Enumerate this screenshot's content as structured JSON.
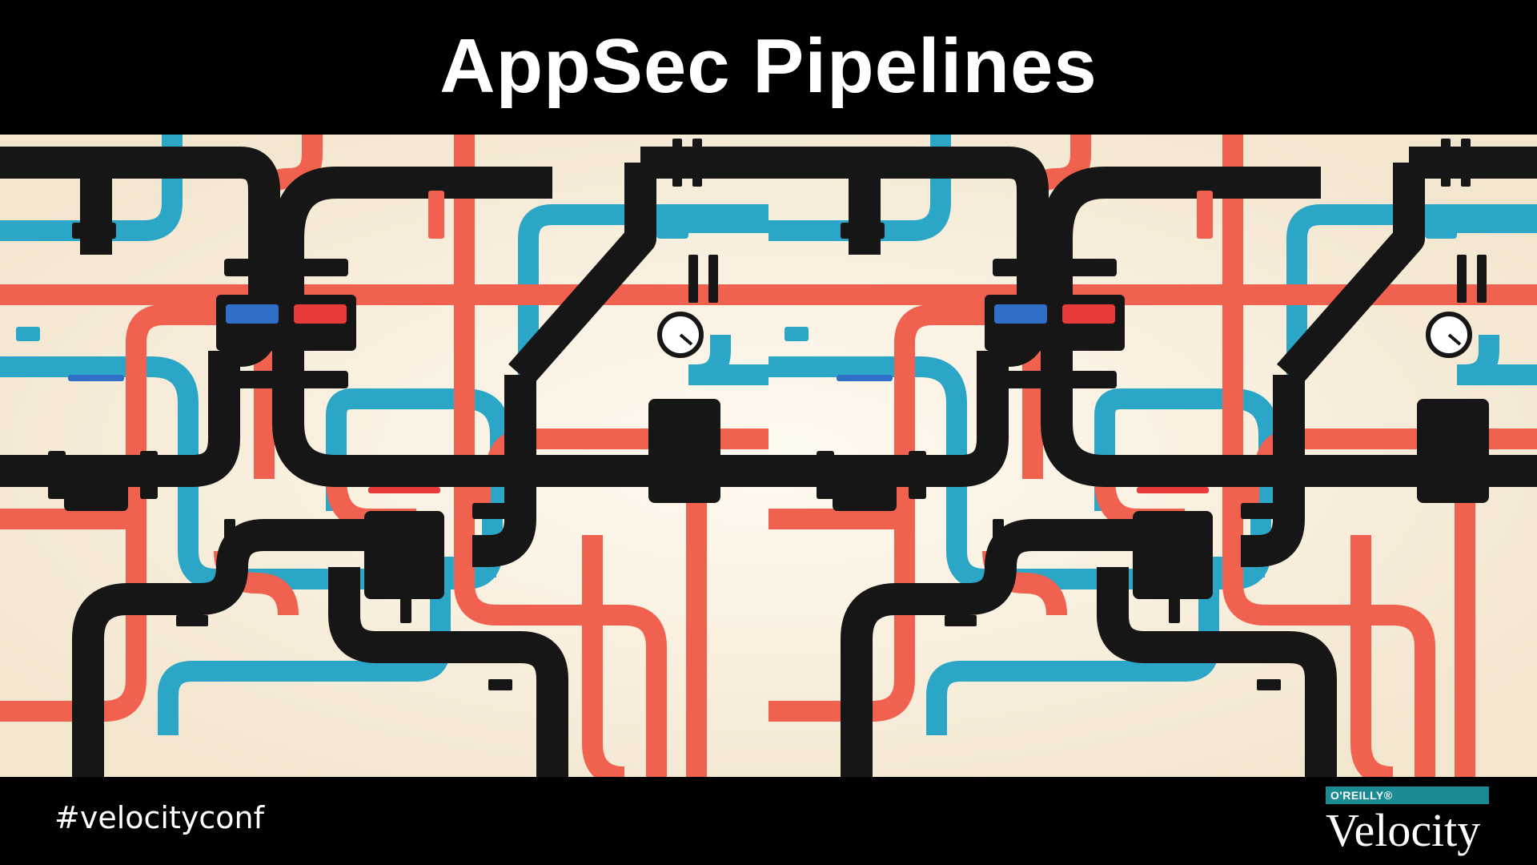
{
  "slide": {
    "title": "AppSec Pipelines",
    "hashtag": "#velocityconf"
  },
  "logo": {
    "publisher": "O'REILLY®",
    "product": "Velocity"
  },
  "illustration": {
    "subject": "pipes-and-valves",
    "colors": {
      "background": "#f6eedd",
      "red": "#f0614f",
      "blue": "#2ba6c6",
      "black": "#161616",
      "valve_red": "#e83a3a",
      "valve_blue": "#2f6fc7"
    }
  },
  "colors": {
    "band": "#000000",
    "text": "#ffffff",
    "logo_bar": "#1a8a93"
  }
}
